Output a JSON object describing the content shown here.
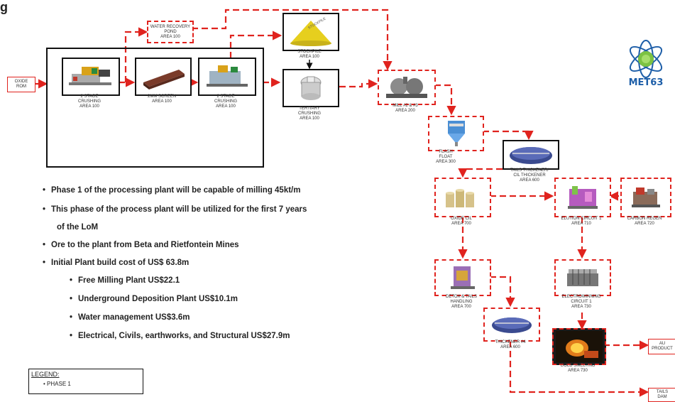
{
  "title_fragment": "g",
  "nodes": {
    "oxide_rom": "OXIDE\nROM",
    "crush1": "2 STAGE\nCRUSHING\nAREA 100",
    "screen": "2mm SCREEN\nAREA 100",
    "crush2": "2 STAGE\nCRUSHING\nAREA 100",
    "water": "WATER RECOVERY\nPOND\nAREA 100",
    "stockpile": "STOCKPILE\nAREA 100",
    "stockpile_sign": "STOCKPILE",
    "tertiary": "TERTIARY\nCRUSHING\nAREA 100",
    "mill": "MILL #2 & #3\nAREA 200",
    "flash": "FLASH\nFLOAT\nAREA 300",
    "tails_thickener": "TAILS THICKENER/\nCIL THICKENER\nAREA 600",
    "oxide_cil": "OXIDE CIL\nAREA 700",
    "elution": "ELUTION CIRCUIT 1\nAREA 710",
    "carbon": "CARBON REGEN\nAREA 720",
    "detox": "DETOX & TAILS\nHANDLING\nAREA 700",
    "electrowinning": "ELECTROWINNING\nCIRCUIT 1\nAREA 730",
    "thickener4": "THICKENER #4\nAREA 600",
    "gold": "GOLD SMELTING\nAREA 730",
    "au_product": "Au\nPRODUCT",
    "tails_dam": "TAILS\nDAM"
  },
  "bullets": [
    {
      "level": 1,
      "text": "Phase 1 of the processing plant will be capable of milling 45kt/m"
    },
    {
      "level": 1,
      "text": "This phase of the process plant will be utilized for the first 7 years"
    },
    {
      "level": 0,
      "text": "of the LoM"
    },
    {
      "level": 1,
      "text": "Ore to the plant from Beta and Rietfontein Mines"
    },
    {
      "level": 1,
      "text": "Initial Plant  build cost of US$ 63.8m"
    },
    {
      "level": 2,
      "text": "Free Milling Plant US$22.1"
    },
    {
      "level": 2,
      "text": "Underground Deposition Plant  US$10.1m"
    },
    {
      "level": 2,
      "text": "Water management US$3.6m"
    },
    {
      "level": 2,
      "text": "Electrical, Civils, earthworks, and Structural US$27.9m"
    }
  ],
  "legend": {
    "title": "LEGEND:",
    "item": "PHASE 1"
  },
  "logo": {
    "text": "MET63"
  },
  "colors": {
    "flow_red": "#e0231e",
    "logo_blue": "#1d5ea8",
    "logo_green": "#7cc242"
  }
}
